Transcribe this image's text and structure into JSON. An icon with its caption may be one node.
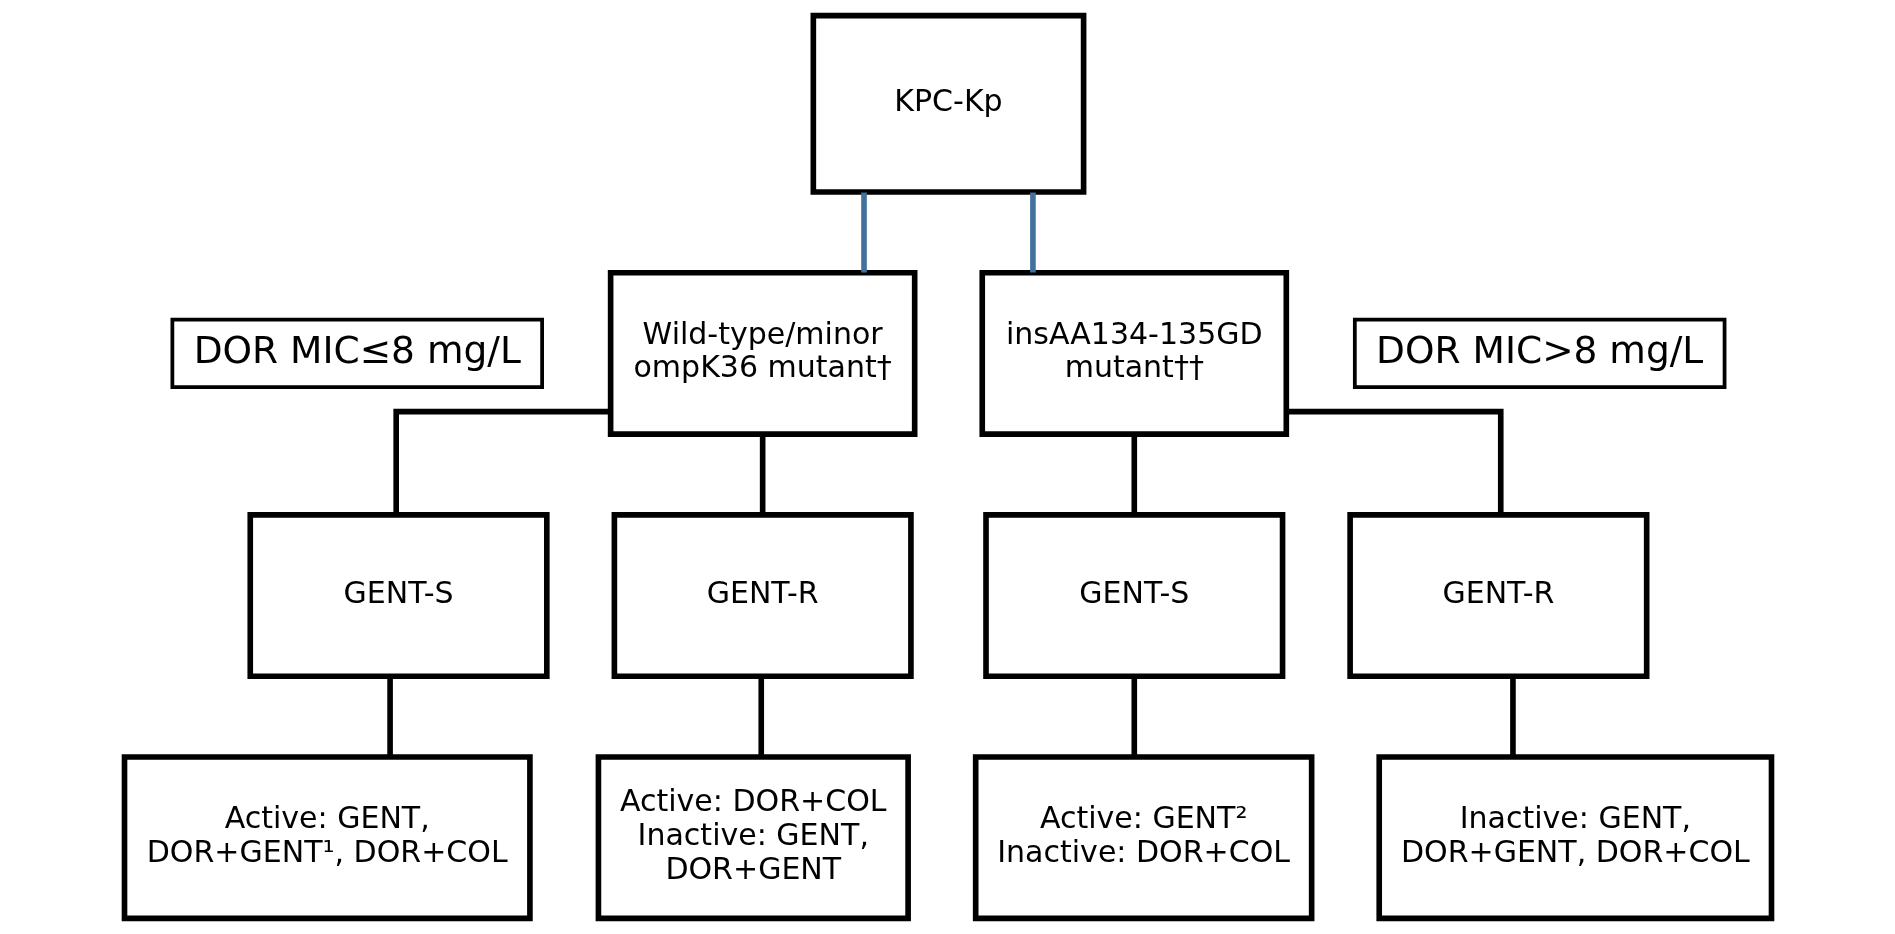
{
  "diagram": {
    "nodes": [
      {
        "text": [
          "KPC-Kp"
        ]
      },
      {
        "text": [
          "Wild-type/minor ompK36 mutant†"
        ]
      },
      {
        "text": [
          "DOR MIC≤8 mg/L"
        ]
      },
      {
        "text": [
          "insAA134-135GD mutant††"
        ]
      },
      {
        "text": [
          "DOR MIC>8 mg/L"
        ]
      },
      {
        "text": [
          "GENT-S"
        ]
      },
      {
        "text": [
          "GENT-R"
        ]
      },
      {
        "text": [
          "GENT-S"
        ]
      },
      {
        "text": [
          "GENT-R"
        ]
      },
      {
        "text": [
          "Active: GENT, DOR+GENT¹, DOR+COL"
        ]
      },
      {
        "text": [
          "Active: DOR+COL",
          "Inactive: GENT, DOR+GENT"
        ]
      },
      {
        "text": [
          "Active: GENT²",
          "Inactive: DOR+COL"
        ]
      },
      {
        "text": [
          "Inactive: GENT, DOR+GENT, DOR+COL"
        ]
      }
    ],
    "edges": [
      {
        "from": 0,
        "to": 1,
        "arrow": "none",
        "color": "#41719c"
      },
      {
        "from": 0,
        "to": 3,
        "arrow": "none",
        "color": "#41719c"
      },
      {
        "from": 1,
        "to": 5,
        "arrow": "none"
      },
      {
        "from": 1,
        "to": 6,
        "arrow": "none"
      },
      {
        "from": 3,
        "to": 7,
        "arrow": "none"
      },
      {
        "from": 3,
        "to": 8,
        "arrow": "none"
      },
      {
        "from": 5,
        "to": 9,
        "arrow": "none"
      },
      {
        "from": 6,
        "to": 10,
        "arrow": "none"
      },
      {
        "from": 7,
        "to": 11,
        "arrow": "none"
      },
      {
        "from": 8,
        "to": 12,
        "arrow": "none"
      }
    ]
  }
}
